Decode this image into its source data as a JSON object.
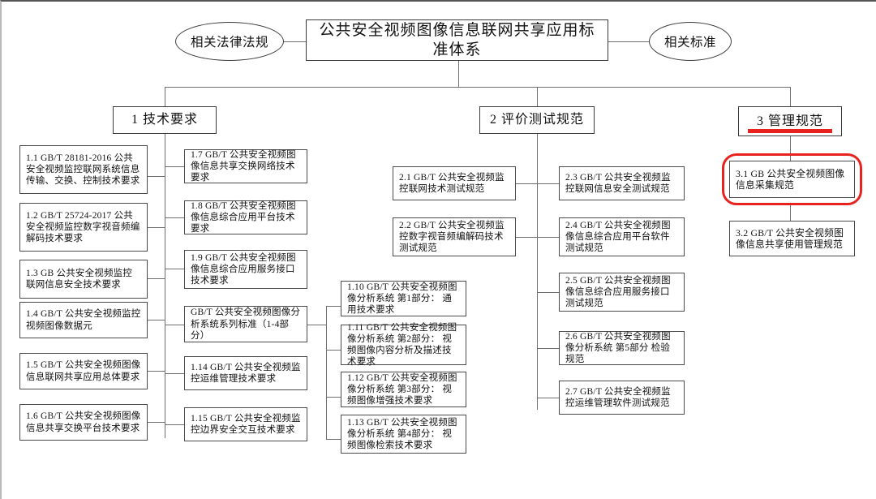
{
  "diagram": {
    "title": "公共安全视频图像信息联网共享应用标准体系",
    "side_left": "相关法律法规",
    "side_right": "相关标准",
    "branches": [
      {
        "id": "b1",
        "label": "1 技术要求"
      },
      {
        "id": "b2",
        "label": "2 评价测试规范"
      },
      {
        "id": "b3",
        "label": "3 管理规范",
        "underline_color": "#e8231f"
      }
    ],
    "tech_col1": [
      {
        "id": "1.1",
        "text": "1.1 GB/T 28181-2016 公共安全视频监控联网系统信息传输、交换、控制技术要求"
      },
      {
        "id": "1.2",
        "text": "1.2 GB/T 25724-2017 公共安全视频监控数字视音频编解码技术要求"
      },
      {
        "id": "1.3",
        "text": "1.3 GB 公共安全视频监控联网信息安全技术要求"
      },
      {
        "id": "1.4",
        "text": "1.4 GB/T 公共安全视频监控视频图像数据元"
      },
      {
        "id": "1.5",
        "text": "1.5 GB/T 公共安全视频图像信息联网共享应用总体要求"
      },
      {
        "id": "1.6",
        "text": "1.6 GB/T 公共安全视频图像信息共享交换平台技术要求"
      }
    ],
    "tech_col2": [
      {
        "id": "1.7",
        "text": "1.7 GB/T 公共安全视频图像信息共享交换网络技术要求"
      },
      {
        "id": "1.8",
        "text": "1.8 GB/T 公共安全视频图像信息综合应用平台技术要求"
      },
      {
        "id": "1.9",
        "text": "1.9 GB/T 公共安全视频图像信息综合应用服务接口技术要求"
      },
      {
        "id": "series",
        "text": "GB/T 公共安全视频图像分析系统系列标准（1-4部分）"
      },
      {
        "id": "1.14",
        "text": "1.14 GB/T 公共安全视频监控运维管理技术要求"
      },
      {
        "id": "1.15",
        "text": "1.15 GB/T 公共安全视频监控边界安全交互技术要求"
      }
    ],
    "tech_col3": [
      {
        "id": "1.10",
        "text": "1.10 GB/T 公共安全视频图像分析系统 第1部分： 通用技术要求"
      },
      {
        "id": "1.11",
        "text": "1.11 GB/T 公共安全视频图像分析系统 第2部分： 视频图像内容分析及描述技术要求"
      },
      {
        "id": "1.12",
        "text": "1.12 GB/T 公共安全视频图像分析系统 第3部分： 视频图像增强技术要求"
      },
      {
        "id": "1.13",
        "text": "1.13 GB/T 公共安全视频图像分析系统 第4部分： 视频图像检索技术要求"
      }
    ],
    "test_col1": [
      {
        "id": "2.1",
        "text": "2.1 GB/T 公共安全视频监控联网技术测试规范"
      },
      {
        "id": "2.2",
        "text": "2.2 GB/T 公共安全视频监控数字视音频编解码技术测试规范"
      }
    ],
    "test_col2": [
      {
        "id": "2.3",
        "text": "2.3 GB/T 公共安全视频监控联网信息安全测试规范"
      },
      {
        "id": "2.4",
        "text": "2.4 GB/T 公共安全视频图像信息综合应用平台软件测试规范"
      },
      {
        "id": "2.5",
        "text": "2.5 GB/T 公共安全视频图像信息综合应用服务接口测试规范"
      },
      {
        "id": "2.6",
        "text": "2.6 GB/T 公共安全视频图像分析系统 第5部分 检验规范"
      },
      {
        "id": "2.7",
        "text": "2.7 GB/T 公共安全视频监控运维管理软件测试规范"
      }
    ],
    "manage_col": [
      {
        "id": "3.1",
        "text": "3.1 GB 公共安全视频图像信息采集规范",
        "highlight": "#e8231f"
      },
      {
        "id": "3.2",
        "text": "3.2 GB/T 公共安全视频图像信息共享使用管理规范"
      }
    ]
  }
}
